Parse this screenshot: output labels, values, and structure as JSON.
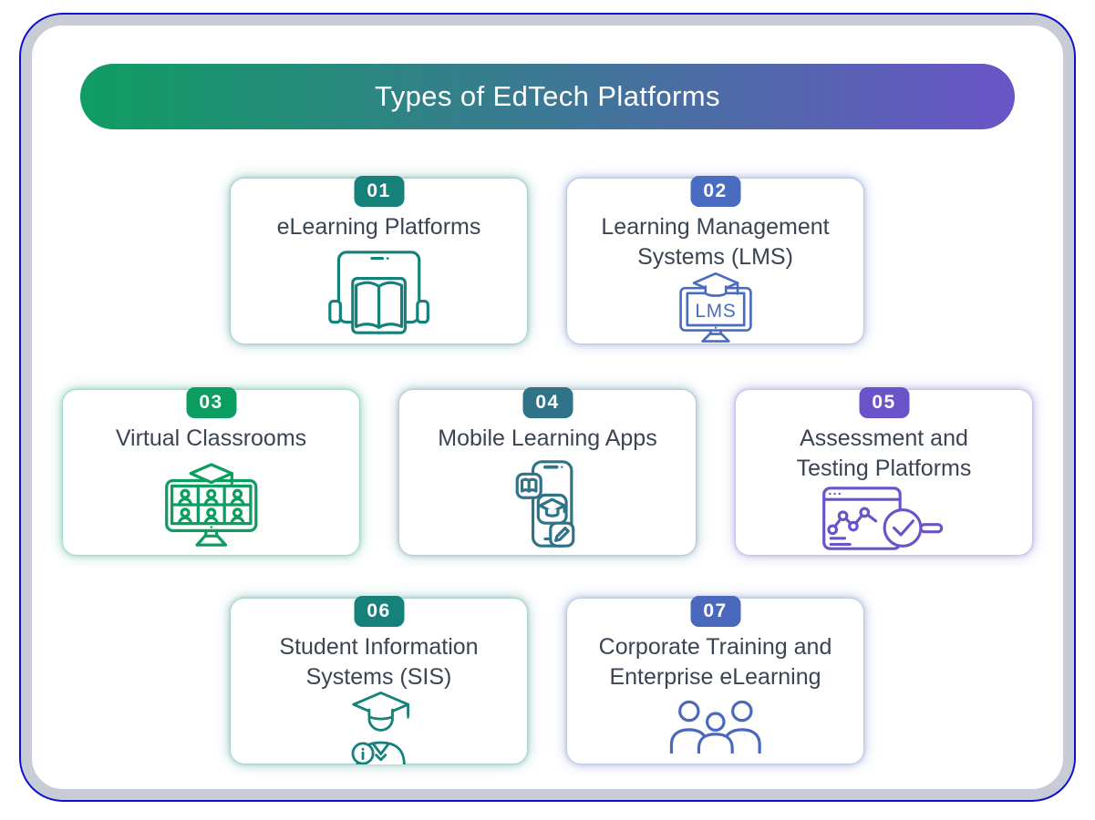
{
  "header": {
    "title": "Types of EdTech Platforms",
    "gradient_start": "#0f9d62",
    "gradient_end": "#6a54c7",
    "text_color": "#ffffff"
  },
  "frame": {
    "border_color": "#c7ccd6",
    "outline_color": "#1010cc",
    "background": "#ffffff"
  },
  "title_text_color": "#3b4453",
  "cards": [
    {
      "number": "01",
      "title": "eLearning Platforms",
      "lines": [
        "eLearning Platforms"
      ],
      "color": "#15817a",
      "icon": "tablet-open-book-icon"
    },
    {
      "number": "02",
      "title": "Learning Management Systems (LMS)",
      "lines": [
        "Learning Management",
        "Systems (LMS)"
      ],
      "color": "#4a6cc0",
      "icon": "lms-monitor-graduation-cap-icon",
      "icon_label": "LMS"
    },
    {
      "number": "03",
      "title": "Virtual Classrooms",
      "lines": [
        "Virtual Classrooms"
      ],
      "color": "#0c9e60",
      "icon": "video-call-grid-monitor-icon"
    },
    {
      "number": "04",
      "title": "Mobile Learning Apps",
      "lines": [
        "Mobile Learning Apps"
      ],
      "color": "#2f7389",
      "icon": "smartphone-learning-apps-icon"
    },
    {
      "number": "05",
      "title": "Assessment and Testing Platforms",
      "lines": [
        "Assessment and",
        "Testing Platforms"
      ],
      "color": "#6a52c9",
      "icon": "chart-magnifier-checkmark-icon"
    },
    {
      "number": "06",
      "title": "Student Information Systems (SIS)",
      "lines": [
        "Student Information",
        "Systems (SIS)"
      ],
      "color": "#15817a",
      "icon": "graduate-info-icon"
    },
    {
      "number": "07",
      "title": "Corporate Training and Enterprise eLearning",
      "lines": [
        "Corporate Training and",
        "Enterprise eLearning"
      ],
      "color": "#4a69bc",
      "icon": "people-group-icon"
    }
  ]
}
